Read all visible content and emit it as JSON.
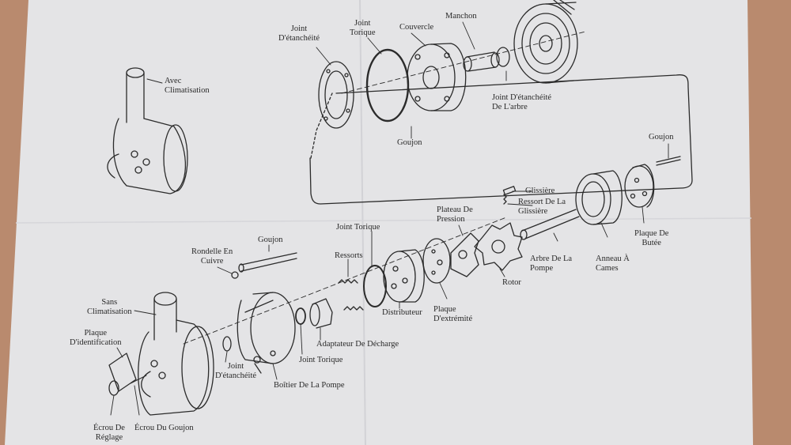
{
  "colors": {
    "paper": "#e4e4e6",
    "ink": "#2b2b2b",
    "background": "#b98a6e"
  },
  "labels": {
    "joint_etancheite_top": [
      "Joint",
      "D'étanchéité"
    ],
    "joint_torique_top": [
      "Joint",
      "Torique"
    ],
    "couvercle": "Couvercle",
    "manchon": "Manchon",
    "avec_climatisation": [
      "Avec",
      "Climatisation"
    ],
    "joint_etancheite_arbre": [
      "Joint D'étanchéité",
      "De L'arbre"
    ],
    "goujon_top": "Goujon",
    "goujon_right": "Goujon",
    "glissiere": "Glissière",
    "ressort_glissiere": [
      "Ressort De La",
      "Glissière"
    ],
    "plateau_pression": [
      "Plateau De",
      "Pression"
    ],
    "plaque_butee": [
      "Plaque De",
      "Butée"
    ],
    "arbre_pompe": [
      "Arbre De La",
      "Pompe"
    ],
    "anneau_cames": [
      "Anneau À",
      "Cames"
    ],
    "rotor": "Rotor",
    "joint_torique_mid": "Joint Torique",
    "ressorts": "Ressorts",
    "goujon_left": "Goujon",
    "rondelle_cuivre": [
      "Rondelle En",
      "Cuivre"
    ],
    "sans_climatisation": [
      "Sans",
      "Climatisation"
    ],
    "plaque_identification": [
      "Plaque",
      "D'identification"
    ],
    "distributeur": "Distributeur",
    "plaque_extremite": [
      "Plaque",
      "D'extrémité"
    ],
    "adaptateur_decharge": "Adaptateur De Décharge",
    "joint_torique_bottom": "Joint Torique",
    "boitier_pompe": "Boîtier De La Pompe",
    "joint_etancheite_bottom": [
      "Joint",
      "D'étanchéité"
    ],
    "ecrou_reglage": [
      "Écrou De",
      "Réglage"
    ],
    "ecrou_goujon": "Écrou Du Goujon"
  }
}
